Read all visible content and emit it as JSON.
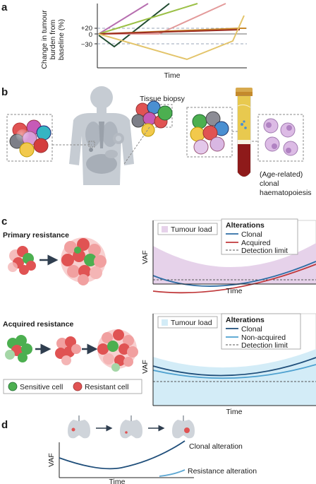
{
  "panels": {
    "a": {
      "label": "a",
      "ylabel_lines": [
        "Change in tumour",
        "burden from",
        "baseline (%)"
      ],
      "ticks": [
        "+20",
        "0",
        "−30"
      ],
      "xlabel": "Time",
      "colors": {
        "purple": "#b76fb0",
        "darkgreen": "#1f4a2f",
        "green": "#9bc046",
        "pink": "#e39a9a",
        "orange": "#c98a2b",
        "red": "#9b2b1f",
        "yellow": "#e3c46a"
      }
    },
    "b": {
      "label": "b",
      "tissue_label": "Tissue biopsy",
      "chip_lines": [
        "(Age-related)",
        "clonal",
        "haematopoiesis"
      ]
    },
    "c": {
      "label": "c",
      "primary": {
        "title": "Primary resistance",
        "legend_fill": "Tumour load",
        "legend_title": "Alterations",
        "legend_items": [
          "Clonal",
          "Acquired",
          "Detection limit"
        ],
        "ylabel": "VAF",
        "xlabel": "Time",
        "fill_color": "#e6d2ea",
        "line_colors": [
          "#2e6da4",
          "#c0393b",
          "#555555"
        ]
      },
      "acquired": {
        "title": "Acquired resistance",
        "legend_fill": "Tumour load",
        "legend_title": "Alterations",
        "legend_items": [
          "Clonal",
          "Non-acquired",
          "Detection limit"
        ],
        "ylabel": "VAF",
        "xlabel": "Time",
        "fill_color": "#d3ecf7",
        "line_colors": [
          "#1f4e7a",
          "#4da0cf",
          "#555555"
        ]
      },
      "cell_legend": [
        "Sensitive cell",
        "Resistant cell"
      ],
      "cell_colors": {
        "sensitive": "#4caf50",
        "resistant": "#e05353"
      }
    },
    "d": {
      "label": "d",
      "ylabel": "VAF",
      "xlabel": "Time",
      "labels": [
        "Clonal alteration",
        "Resistance alteration"
      ],
      "line_colors": [
        "#1f4e7a",
        "#5fa8d3"
      ]
    }
  }
}
